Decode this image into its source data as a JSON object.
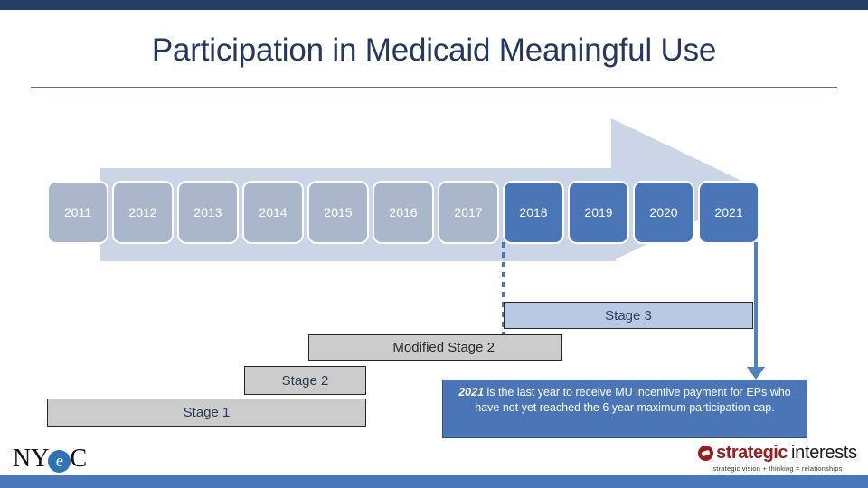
{
  "slide": {
    "title": "Participation in Medicaid Meaningful Use",
    "colors": {
      "top_band": "#223d66",
      "bottom_band": "#4a77ba",
      "title_text": "#24385e",
      "arrow_fill": "#ccd4e8",
      "year_inactive": "#aab6c9",
      "year_active": "#4a76b8",
      "stage_gray": "#cccccc",
      "stage_blue": "#b7c9e3",
      "callout_bg": "#4a76b8",
      "connector_blue": "#5281bd"
    }
  },
  "timeline": {
    "years": [
      {
        "label": "2011",
        "state": "light"
      },
      {
        "label": "2012",
        "state": "light"
      },
      {
        "label": "2013",
        "state": "light"
      },
      {
        "label": "2014",
        "state": "light"
      },
      {
        "label": "2015",
        "state": "light"
      },
      {
        "label": "2016",
        "state": "light"
      },
      {
        "label": "2017",
        "state": "light"
      },
      {
        "label": "2018",
        "state": "dark"
      },
      {
        "label": "2019",
        "state": "dark"
      },
      {
        "label": "2020",
        "state": "dark"
      },
      {
        "label": "2021",
        "state": "dark"
      }
    ]
  },
  "stages": {
    "stage3": "Stage 3",
    "modified_stage2": "Modified Stage 2",
    "stage2": "Stage 2",
    "stage1": "Stage 1"
  },
  "callout": {
    "highlight": "2021",
    "text": " is the last year to receive MU incentive payment for EPs who have not yet reached the 6 year maximum participation cap."
  },
  "logos": {
    "nyec": {
      "left": "NY",
      "circle": "e",
      "right": "C"
    },
    "strategic_interests": {
      "word1": "strategic",
      "word2": "interests",
      "tagline": "strategic vision + thinking = relationships"
    }
  }
}
